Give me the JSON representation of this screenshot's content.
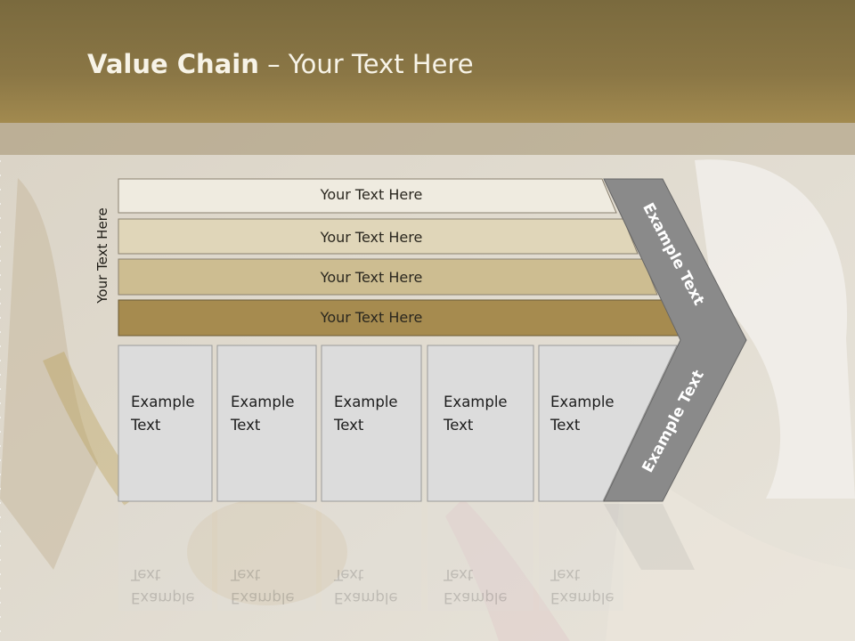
{
  "slide": {
    "title_bold": "Value Chain",
    "title_rest": " – Your Text Here",
    "side_label": "Your Text Here"
  },
  "support_rows": [
    {
      "label": "Your Text Here",
      "color": "#efebe0"
    },
    {
      "label": "Your Text Here",
      "color": "#e0d6b9"
    },
    {
      "label": "Your Text Here",
      "color": "#cdbd91"
    },
    {
      "label": "Your Text Here",
      "color": "#a68b4f"
    }
  ],
  "primary_activities": [
    {
      "line1": "Example",
      "line2": "Text"
    },
    {
      "line1": "Example",
      "line2": "Text"
    },
    {
      "line1": "Example",
      "line2": "Text"
    },
    {
      "line1": "Example",
      "line2": "Text"
    },
    {
      "line1": "Example",
      "line2": "Text"
    }
  ],
  "margin_chevron": {
    "upper_label": "Example Text",
    "lower_label": "Example Text",
    "color": "#8a8a8a"
  },
  "colors": {
    "header": "#8a7645",
    "activity_box": "#dcdcdc"
  }
}
